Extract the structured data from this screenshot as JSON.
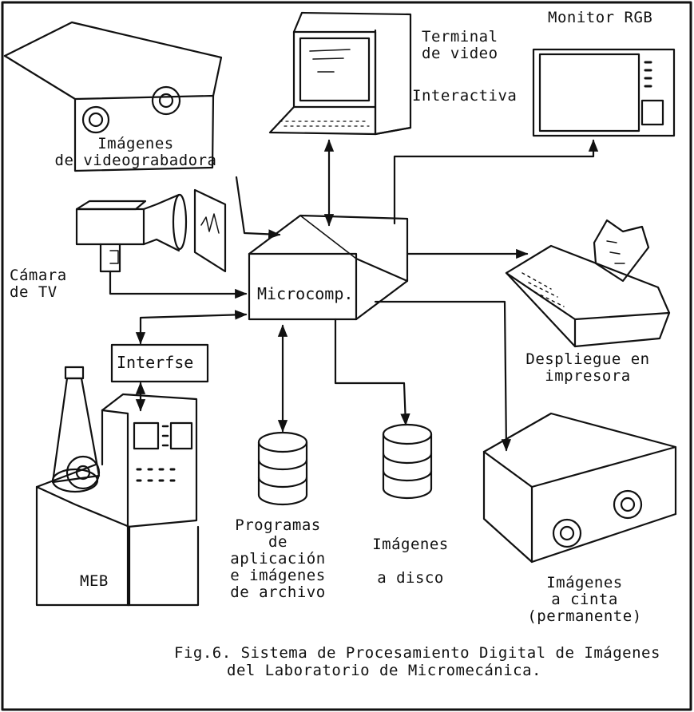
{
  "labels": {
    "terminal": "Terminal\nde video",
    "interactiva": "Interactiva",
    "monitor": "Monitor RGB",
    "videograbadora": "Imágenes\nde videograbadora",
    "camara": "Cámara\nde TV",
    "microcomp": "Microcomp.",
    "interfase": "Interfse",
    "despliegue": "Despliegue en\nimpresora",
    "programas": "Programas\nde\naplicación\ne imágenes\nde archivo",
    "imagenes_disco": "Imágenes\n\na disco",
    "imagenes_cinta": "Imágenes\na cinta\n(permanente)",
    "meb": "MEB"
  },
  "caption": {
    "line1": "Fig.6. Sistema de Procesamiento Digital de Imágenes",
    "line2": "del Laboratorio de Micromecánica."
  },
  "colors": {
    "ink": "#111111",
    "paper": "#ffffff"
  }
}
